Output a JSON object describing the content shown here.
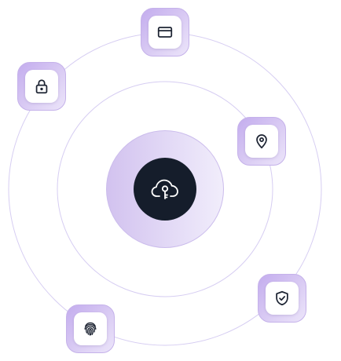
{
  "theme": {
    "orbit_color": "#d6cdf2",
    "core_color": "#151d2b",
    "accent": "#c3acee",
    "icon_color": "#1d2433"
  },
  "center": {
    "icon": "cloud-key-icon"
  },
  "nodes": [
    {
      "id": "card",
      "icon": "credit-card-icon"
    },
    {
      "id": "lock",
      "icon": "lock-icon"
    },
    {
      "id": "location",
      "icon": "map-pin-icon"
    },
    {
      "id": "shield",
      "icon": "shield-check-icon"
    },
    {
      "id": "fingerprint",
      "icon": "fingerprint-icon"
    }
  ]
}
